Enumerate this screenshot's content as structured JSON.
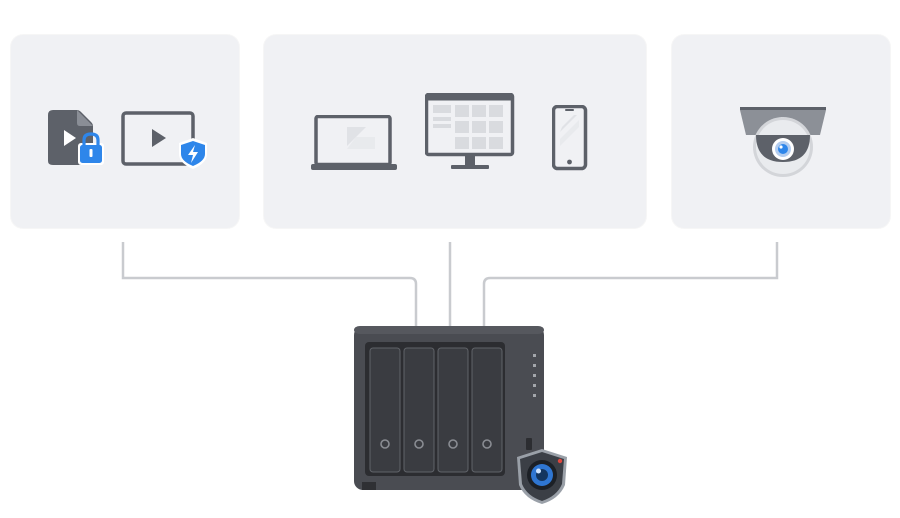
{
  "diagram": {
    "panels": [
      {
        "id": "media",
        "icons": [
          "protected-file-icon",
          "secure-video-icon"
        ]
      },
      {
        "id": "devices",
        "icons": [
          "laptop-icon",
          "desktop-monitor-icon",
          "smartphone-icon"
        ]
      },
      {
        "id": "camera",
        "icons": [
          "dome-camera-icon"
        ]
      }
    ],
    "hub": {
      "icon": "nas-device-icon",
      "drive_bays": 4,
      "badge": "surveillance-shield-icon"
    }
  },
  "colors": {
    "panel_bg": "#f0f1f4",
    "icon_dark": "#5d6169",
    "accent_blue": "#2e86ea",
    "connector": "#c9cbcf",
    "nas_body": "#4a4c52",
    "nas_bay": "#3a3c41"
  }
}
